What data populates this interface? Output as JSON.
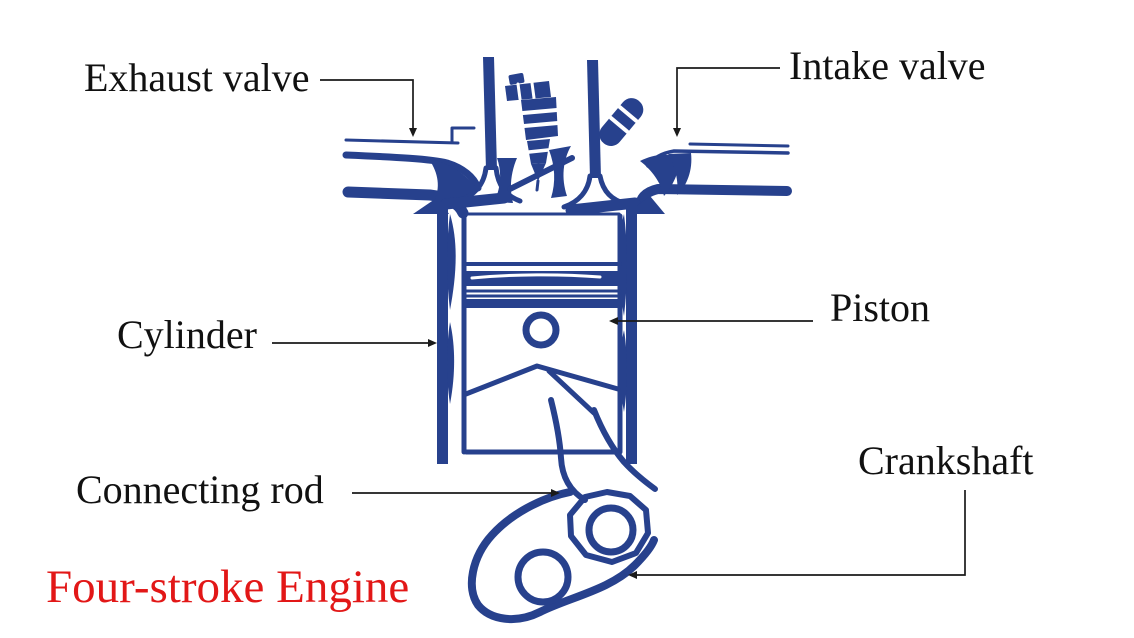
{
  "title": {
    "text": "Four-stroke Engine",
    "color": "#e21717"
  },
  "diagram": {
    "name": "Four-stroke engine cross-section",
    "ink_color": "#27418d",
    "label_color": "#111111",
    "labels": [
      {
        "id": "exhaust-valve",
        "text": "Exhaust valve"
      },
      {
        "id": "intake-valve",
        "text": "Intake valve"
      },
      {
        "id": "piston",
        "text": "Piston"
      },
      {
        "id": "cylinder",
        "text": "Cylinder"
      },
      {
        "id": "connecting-rod",
        "text": "Connecting rod"
      },
      {
        "id": "crankshaft",
        "text": "Crankshaft"
      }
    ],
    "parts": [
      "exhaust valve",
      "intake valve",
      "spark plug",
      "cylinder",
      "piston",
      "piston rings",
      "wrist pin",
      "connecting rod",
      "crankshaft"
    ]
  }
}
